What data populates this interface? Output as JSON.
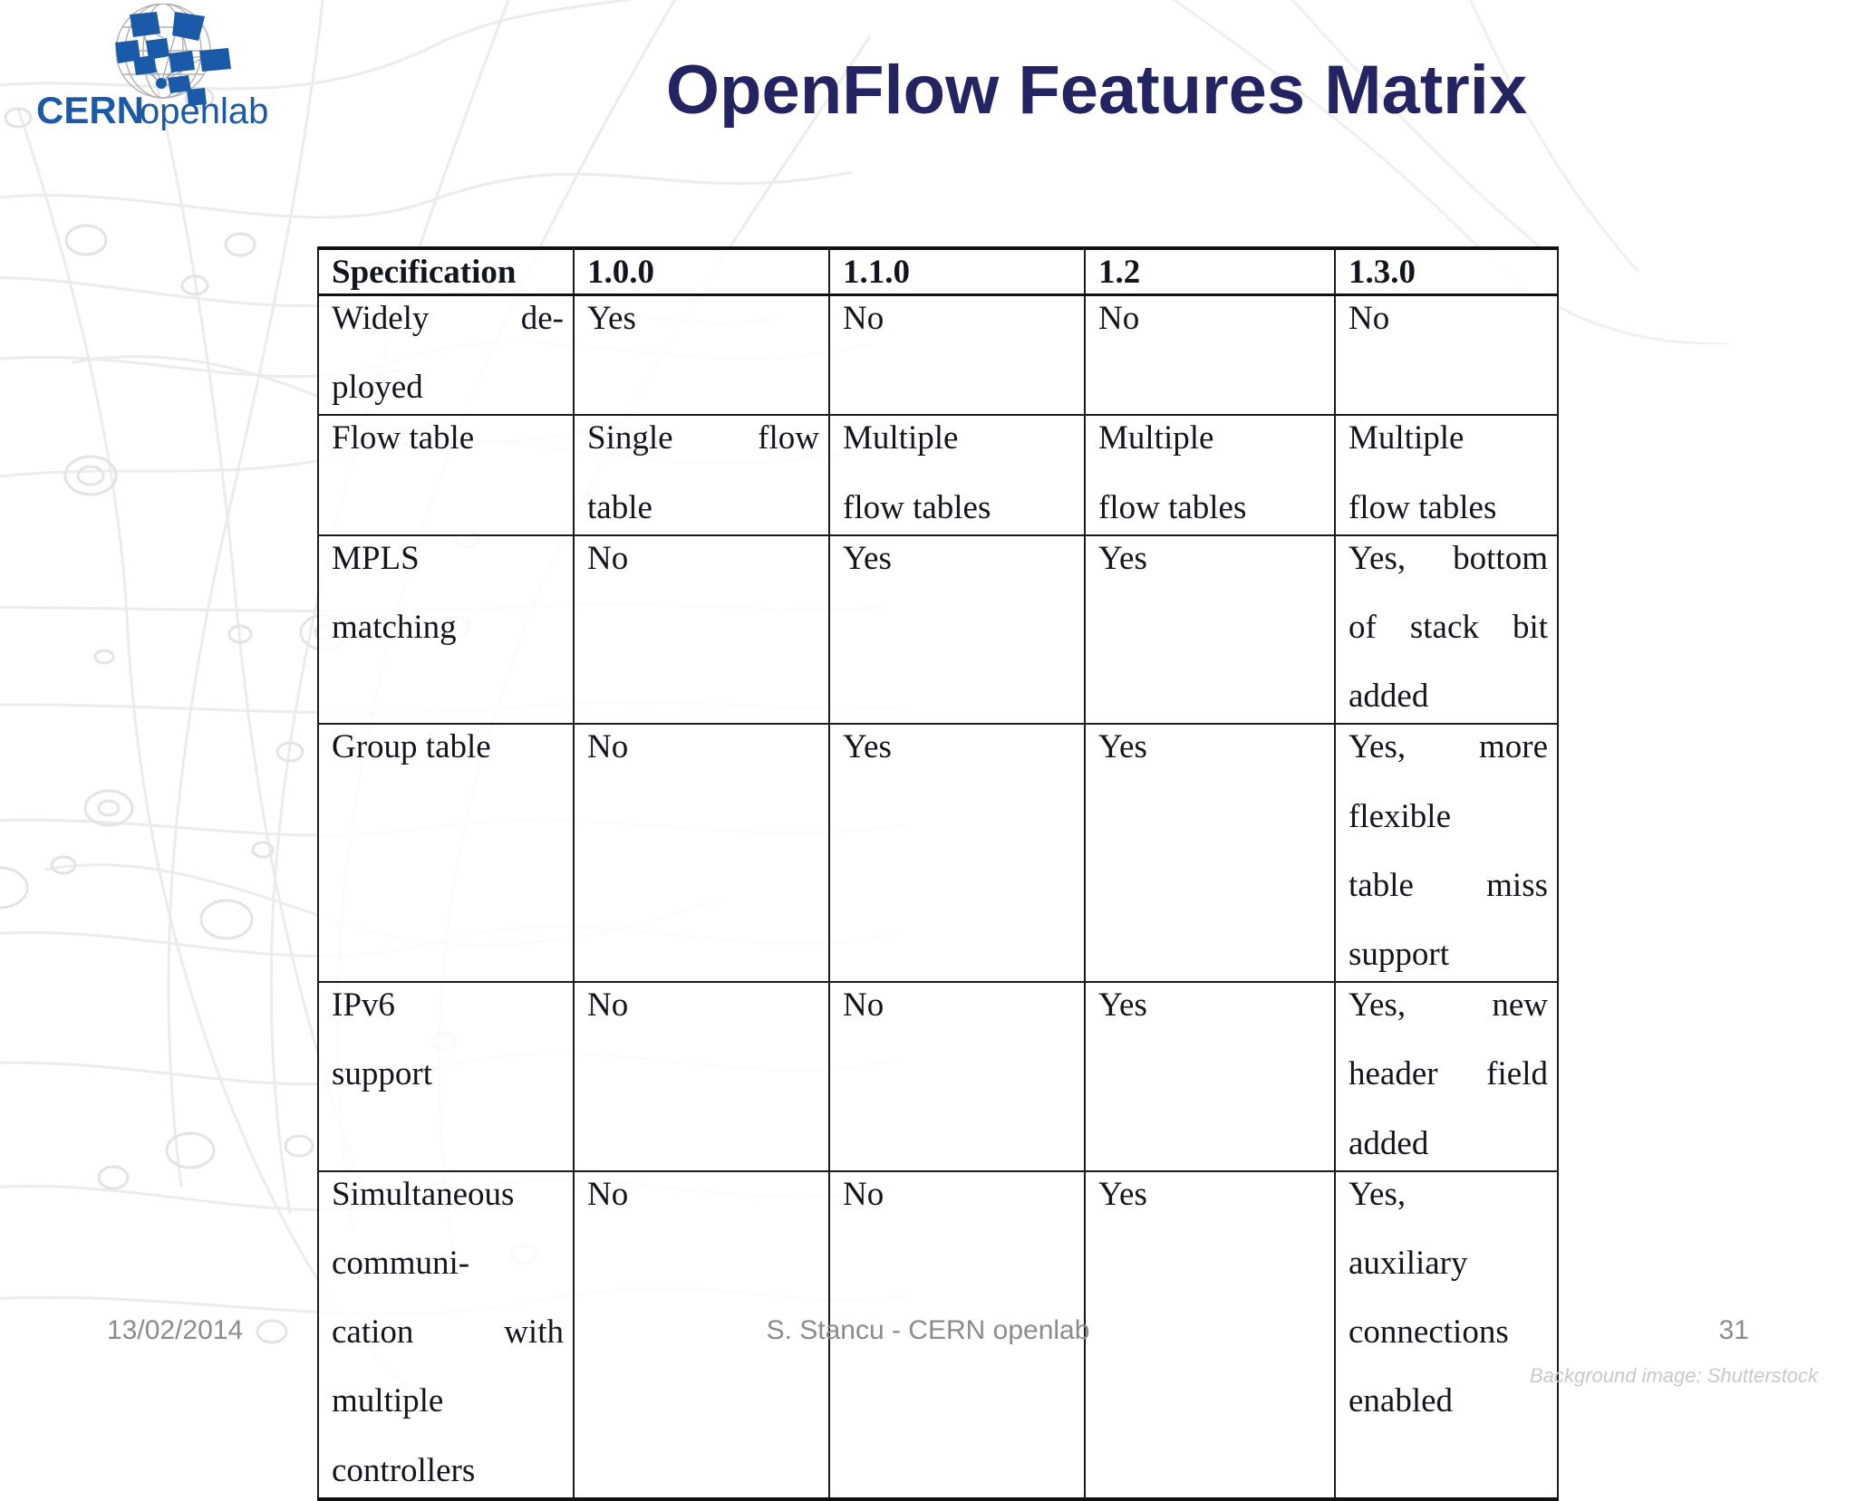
{
  "slide": {
    "title": "OpenFlow Features Matrix",
    "title_color": "#252463"
  },
  "logo": {
    "brand_bold": "CERN",
    "brand_light": "openlab",
    "brand_color": "#1b5aa8"
  },
  "table": {
    "columns": [
      "Specification",
      "1.0.0",
      "1.1.0",
      "1.2",
      "1.3.0"
    ],
    "rows": [
      {
        "feature": [
          "Widely de-",
          "ployed"
        ],
        "v100": [
          "Yes"
        ],
        "v110": [
          "No"
        ],
        "v12": [
          "No"
        ],
        "v130": [
          "No"
        ]
      },
      {
        "feature": [
          "Flow table"
        ],
        "v100": [
          "Single flow",
          "table"
        ],
        "v110": [
          "Multiple",
          "flow tables"
        ],
        "v12": [
          "Multiple",
          "flow tables"
        ],
        "v130": [
          "Multiple",
          "flow tables"
        ]
      },
      {
        "feature": [
          "MPLS",
          "matching"
        ],
        "v100": [
          "No"
        ],
        "v110": [
          "Yes"
        ],
        "v12": [
          "Yes"
        ],
        "v130": [
          "Yes, bottom",
          "of stack bit",
          "added"
        ]
      },
      {
        "feature": [
          "Group table"
        ],
        "v100": [
          "No"
        ],
        "v110": [
          "Yes"
        ],
        "v12": [
          "Yes"
        ],
        "v130": [
          "Yes, more",
          "flexible",
          "table miss",
          "support"
        ]
      },
      {
        "feature": [
          "IPv6",
          "support"
        ],
        "v100": [
          "No"
        ],
        "v110": [
          "No"
        ],
        "v12": [
          "Yes"
        ],
        "v130": [
          "Yes, new",
          "header field",
          "added"
        ]
      },
      {
        "feature": [
          "Simultaneous",
          "communi-",
          "cation with",
          "multiple",
          "controllers"
        ],
        "v100": [
          "No"
        ],
        "v110": [
          "No"
        ],
        "v12": [
          "Yes"
        ],
        "v130": [
          "Yes,",
          "auxiliary",
          "connections",
          "enabled"
        ]
      }
    ]
  },
  "footer": {
    "date": "13/02/2014",
    "center": "S. Stancu - CERN openlab",
    "page_number": "31",
    "credit": "Background image: Shutterstock"
  }
}
